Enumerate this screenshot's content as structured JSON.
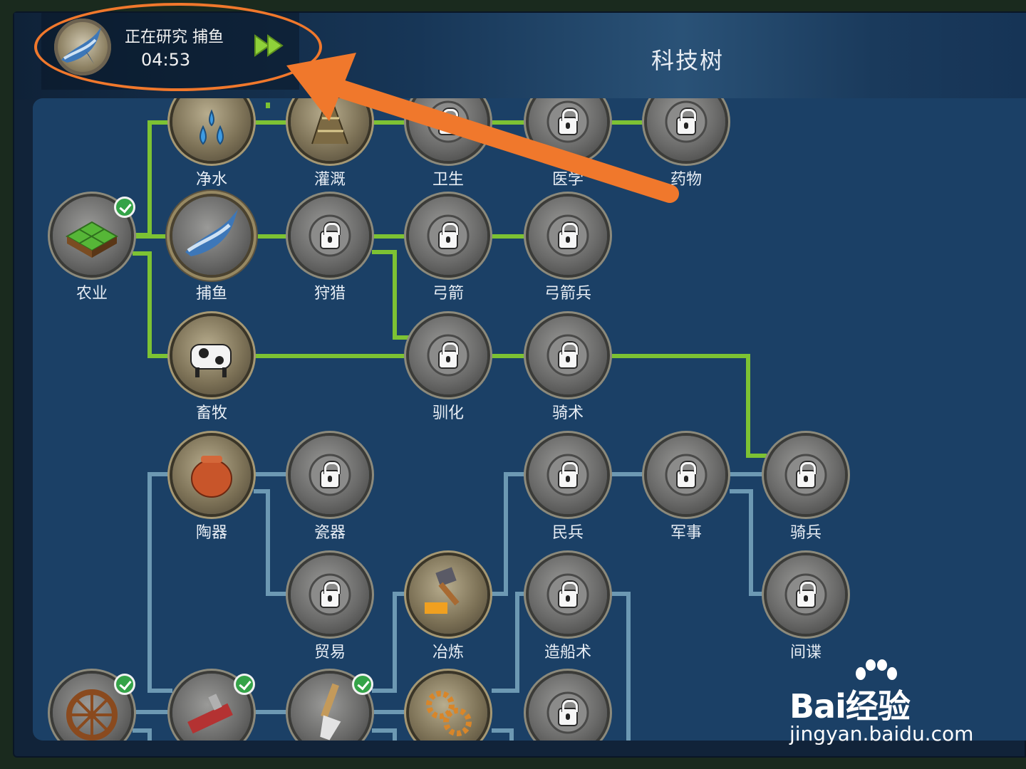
{
  "header": {
    "title": "科技树"
  },
  "research": {
    "label": "正在研究 捕鱼",
    "timer": "04:53",
    "icon": "swordfish-icon",
    "speed_icon": "fast-forward-icon"
  },
  "colors": {
    "path_unlocked": "#7dc233",
    "path_locked": "#6d99b3",
    "highlight": "#f0782c",
    "check": "#34a348"
  },
  "nodes": [
    {
      "id": "water",
      "label": "净水",
      "icon": "water-drops-icon",
      "state": "unlocked"
    },
    {
      "id": "irrigation",
      "label": "灌溉",
      "icon": "irrigation-icon",
      "state": "unlocked"
    },
    {
      "id": "hygiene",
      "label": "卫生",
      "icon": "caduceus-icon",
      "state": "locked"
    },
    {
      "id": "medicine",
      "label": "医学",
      "icon": "syringe-icon",
      "state": "locked"
    },
    {
      "id": "drugs",
      "label": "药物",
      "icon": "bandage-icon",
      "state": "locked"
    },
    {
      "id": "agriculture",
      "label": "农业",
      "icon": "farm-field-icon",
      "state": "researched"
    },
    {
      "id": "fishing",
      "label": "捕鱼",
      "icon": "swordfish-icon",
      "state": "researching"
    },
    {
      "id": "hunting",
      "label": "狩猎",
      "icon": "deer-icon",
      "state": "locked"
    },
    {
      "id": "archery",
      "label": "弓箭",
      "icon": "target-arrow-icon",
      "state": "locked"
    },
    {
      "id": "archer",
      "label": "弓箭兵",
      "icon": "bow-icon",
      "state": "locked"
    },
    {
      "id": "husbandry",
      "label": "畜牧",
      "icon": "cow-icon",
      "state": "unlocked"
    },
    {
      "id": "domestication",
      "label": "驯化",
      "icon": "dog-icon",
      "state": "locked"
    },
    {
      "id": "riding",
      "label": "骑术",
      "icon": "saddle-icon",
      "state": "locked"
    },
    {
      "id": "pottery",
      "label": "陶器",
      "icon": "pot-icon",
      "state": "unlocked"
    },
    {
      "id": "porcelain",
      "label": "瓷器",
      "icon": "bowl-icon",
      "state": "locked"
    },
    {
      "id": "militia",
      "label": "民兵",
      "icon": "spearmen-icon",
      "state": "locked"
    },
    {
      "id": "military",
      "label": "军事",
      "icon": "crossed-swords-icon",
      "state": "locked"
    },
    {
      "id": "cavalry",
      "label": "骑兵",
      "icon": "horseman-icon",
      "state": "locked"
    },
    {
      "id": "trade",
      "label": "贸易",
      "icon": "goods-icon",
      "state": "locked"
    },
    {
      "id": "smelting",
      "label": "冶炼",
      "icon": "hammer-icon",
      "state": "unlocked"
    },
    {
      "id": "shipbuilding",
      "label": "造船术",
      "icon": "ship-hull-icon",
      "state": "locked"
    },
    {
      "id": "espionage",
      "label": "间谍",
      "icon": "spy-icon",
      "state": "locked"
    },
    {
      "id": "wheel",
      "label": "",
      "icon": "wheel-icon",
      "state": "researched"
    },
    {
      "id": "woodwork",
      "label": "",
      "icon": "plane-icon",
      "state": "researched"
    },
    {
      "id": "painting",
      "label": "",
      "icon": "brush-icon",
      "state": "researched"
    },
    {
      "id": "machinery",
      "label": "",
      "icon": "gears-icon",
      "state": "unlocked"
    },
    {
      "id": "textile",
      "label": "",
      "icon": "thread-spools-icon",
      "state": "locked"
    }
  ],
  "watermark": {
    "logo": "Bai经验",
    "logo_du": "du",
    "sub": "jingyan.baidu.com"
  }
}
